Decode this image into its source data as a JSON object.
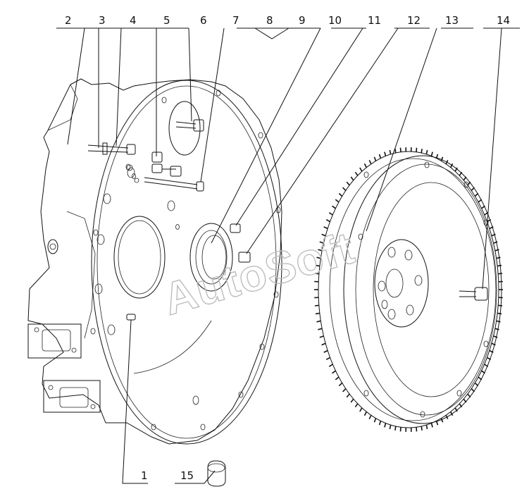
{
  "watermark": "AutoSoft",
  "callouts": {
    "n1": "1",
    "n2": "2",
    "n3": "3",
    "n4": "4",
    "n5": "5",
    "n6": "6",
    "n7": "7",
    "n8": "8",
    "n9": "9",
    "n10": "10",
    "n11": "11",
    "n12": "12",
    "n13": "13",
    "n14": "14",
    "n15": "15"
  },
  "colors": {
    "line": "#111111",
    "watermark": "#bdbdbd",
    "background": "#ffffff"
  }
}
